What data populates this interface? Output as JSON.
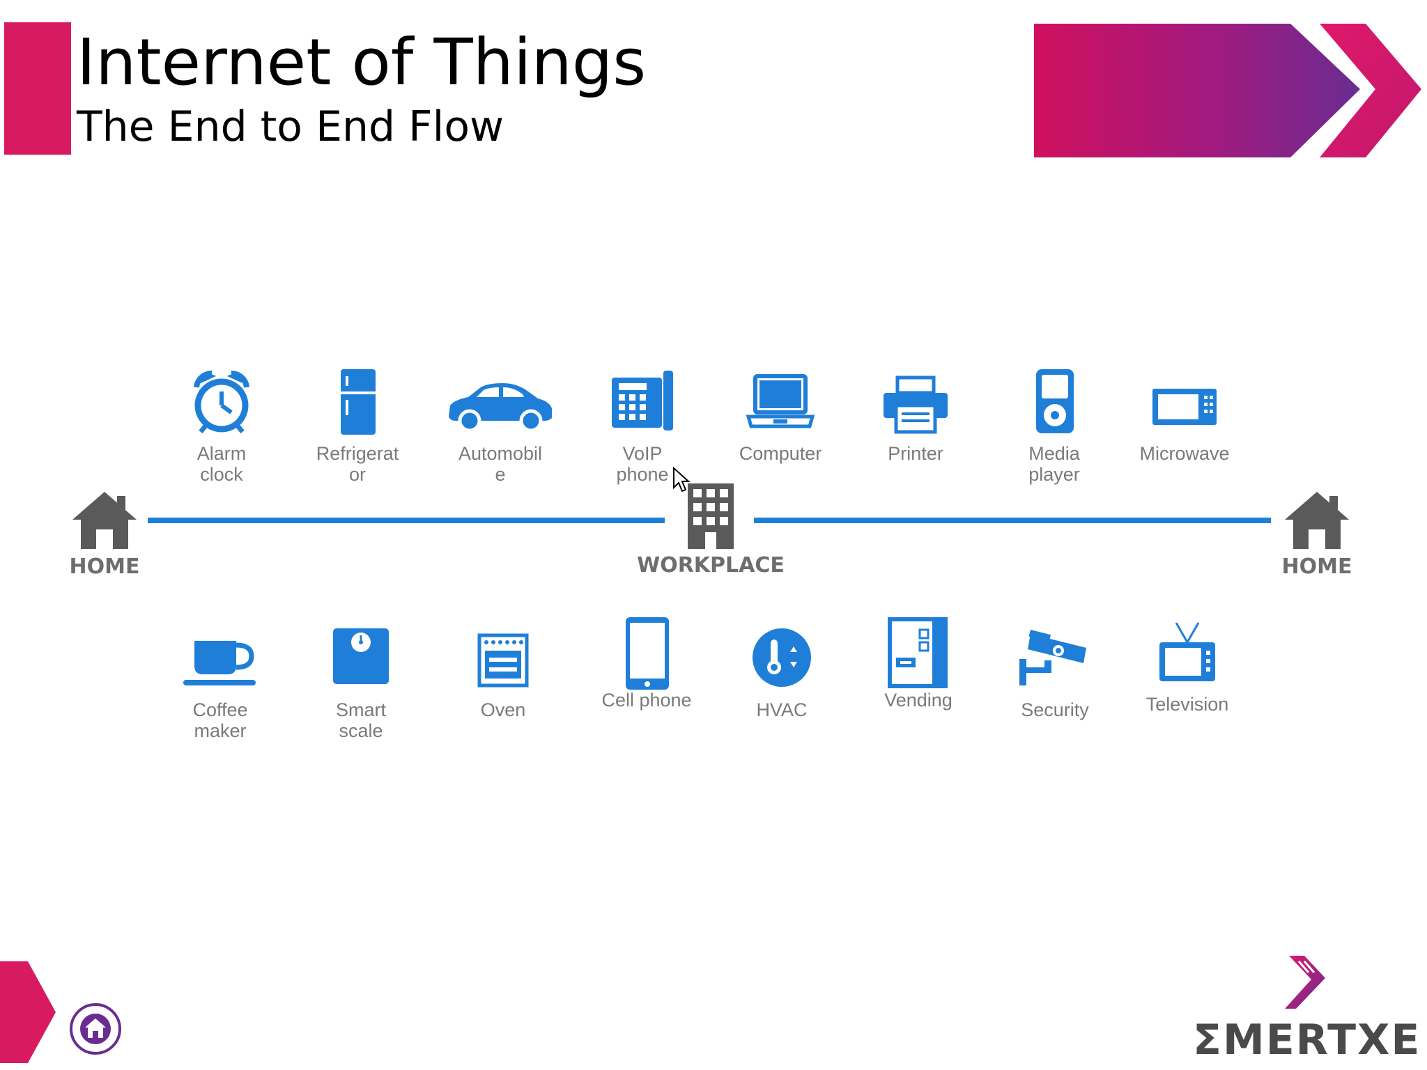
{
  "slide": {
    "title": "Internet of Things",
    "subtitle": "The End to End Flow"
  },
  "colors": {
    "accent_pink": "#d81b60",
    "accent_purple": "#6a2c91",
    "icon_blue": "#1f7fd8",
    "place_gray": "#5a5a5a"
  },
  "flow": {
    "home_left": "HOME",
    "workplace": "WORKPLACE",
    "home_right": "HOME"
  },
  "devices_top": [
    {
      "label": "Alarm\nclock",
      "icon": "alarm-clock-icon"
    },
    {
      "label": "Refrigerat\nor",
      "icon": "refrigerator-icon"
    },
    {
      "label": "Automobil\ne",
      "icon": "car-icon"
    },
    {
      "label": "VoIP\nphone",
      "icon": "voip-phone-icon"
    },
    {
      "label": "Computer",
      "icon": "laptop-icon"
    },
    {
      "label": "Printer",
      "icon": "printer-icon"
    },
    {
      "label": "Media\nplayer",
      "icon": "media-player-icon"
    },
    {
      "label": "Microwave",
      "icon": "microwave-icon"
    }
  ],
  "devices_bottom": [
    {
      "label": "Coffee\nmaker",
      "icon": "coffee-cup-icon"
    },
    {
      "label": "Smart\nscale",
      "icon": "scale-icon"
    },
    {
      "label": "Oven",
      "icon": "oven-icon"
    },
    {
      "label": "Cell phone",
      "icon": "cell-phone-icon"
    },
    {
      "label": "HVAC",
      "icon": "thermostat-icon"
    },
    {
      "label": "Vending",
      "icon": "vending-machine-icon"
    },
    {
      "label": "Security",
      "icon": "security-camera-icon"
    },
    {
      "label": "Television",
      "icon": "television-icon"
    }
  ],
  "brand": {
    "logo_text": "ΣMERTXE"
  }
}
